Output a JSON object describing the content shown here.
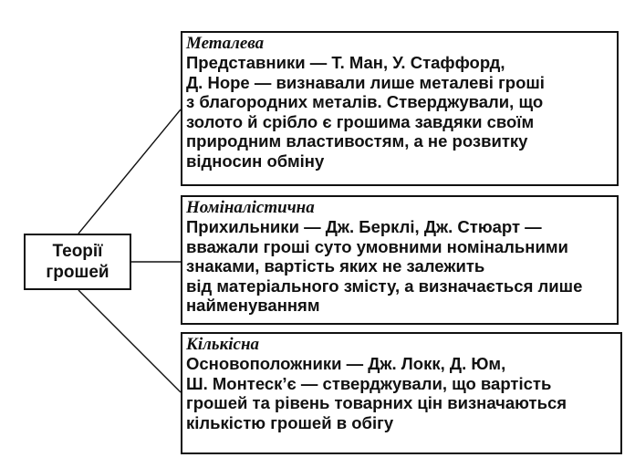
{
  "root": {
    "lines": [
      "Теорії",
      "грошей"
    ]
  },
  "branches": [
    {
      "title": "Металева",
      "lines": [
        "Представники — Т. Ман, У. Стаффорд,",
        "Д. Норе — визнавали лише металеві гроші",
        "з благородних металів. Стверджували, що",
        "золото й срібло є грошима завдяки своїм",
        "природним властивостям, а не розвитку",
        "відносин обміну"
      ]
    },
    {
      "title": "Номіналістична",
      "lines": [
        "Прихильники — Дж. Берклі, Дж. Стюарт —",
        "вважали гроші суто умовними номінальними",
        "знаками, вартість яких не залежить",
        "від матеріального змісту, а визначається лише",
        "найменуванням"
      ]
    },
    {
      "title": "Кількісна",
      "lines": [
        "Основоположники — Дж. Локк, Д. Юм,",
        "Ш. Монтеск’є — стверджували, що вартість",
        "грошей та рівень товарних цін визначаються",
        "кількістю грошей в обігу"
      ]
    }
  ]
}
